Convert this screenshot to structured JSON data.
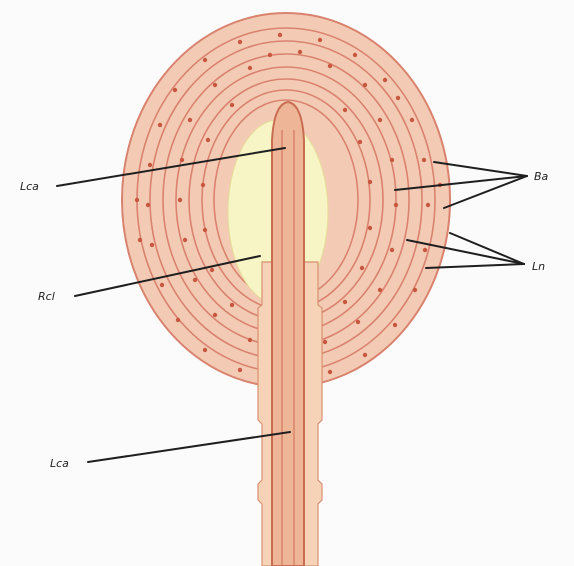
{
  "labels": {
    "left_top": "Lca",
    "left_mid": "Rcl",
    "left_bottom": "Lca",
    "right_top": "Ba",
    "right_bottom": "Ln"
  },
  "colors": {
    "ring_fill": "#f3cbb5",
    "ring_stroke": "#d9826e",
    "inner_core": "#f7f4c5",
    "nerve_fill": "#efb597",
    "nerve_stroke": "#c96d52",
    "dot": "#c8573f",
    "pointer_line": "#1f1f1f",
    "background": "#fbfbfb"
  }
}
